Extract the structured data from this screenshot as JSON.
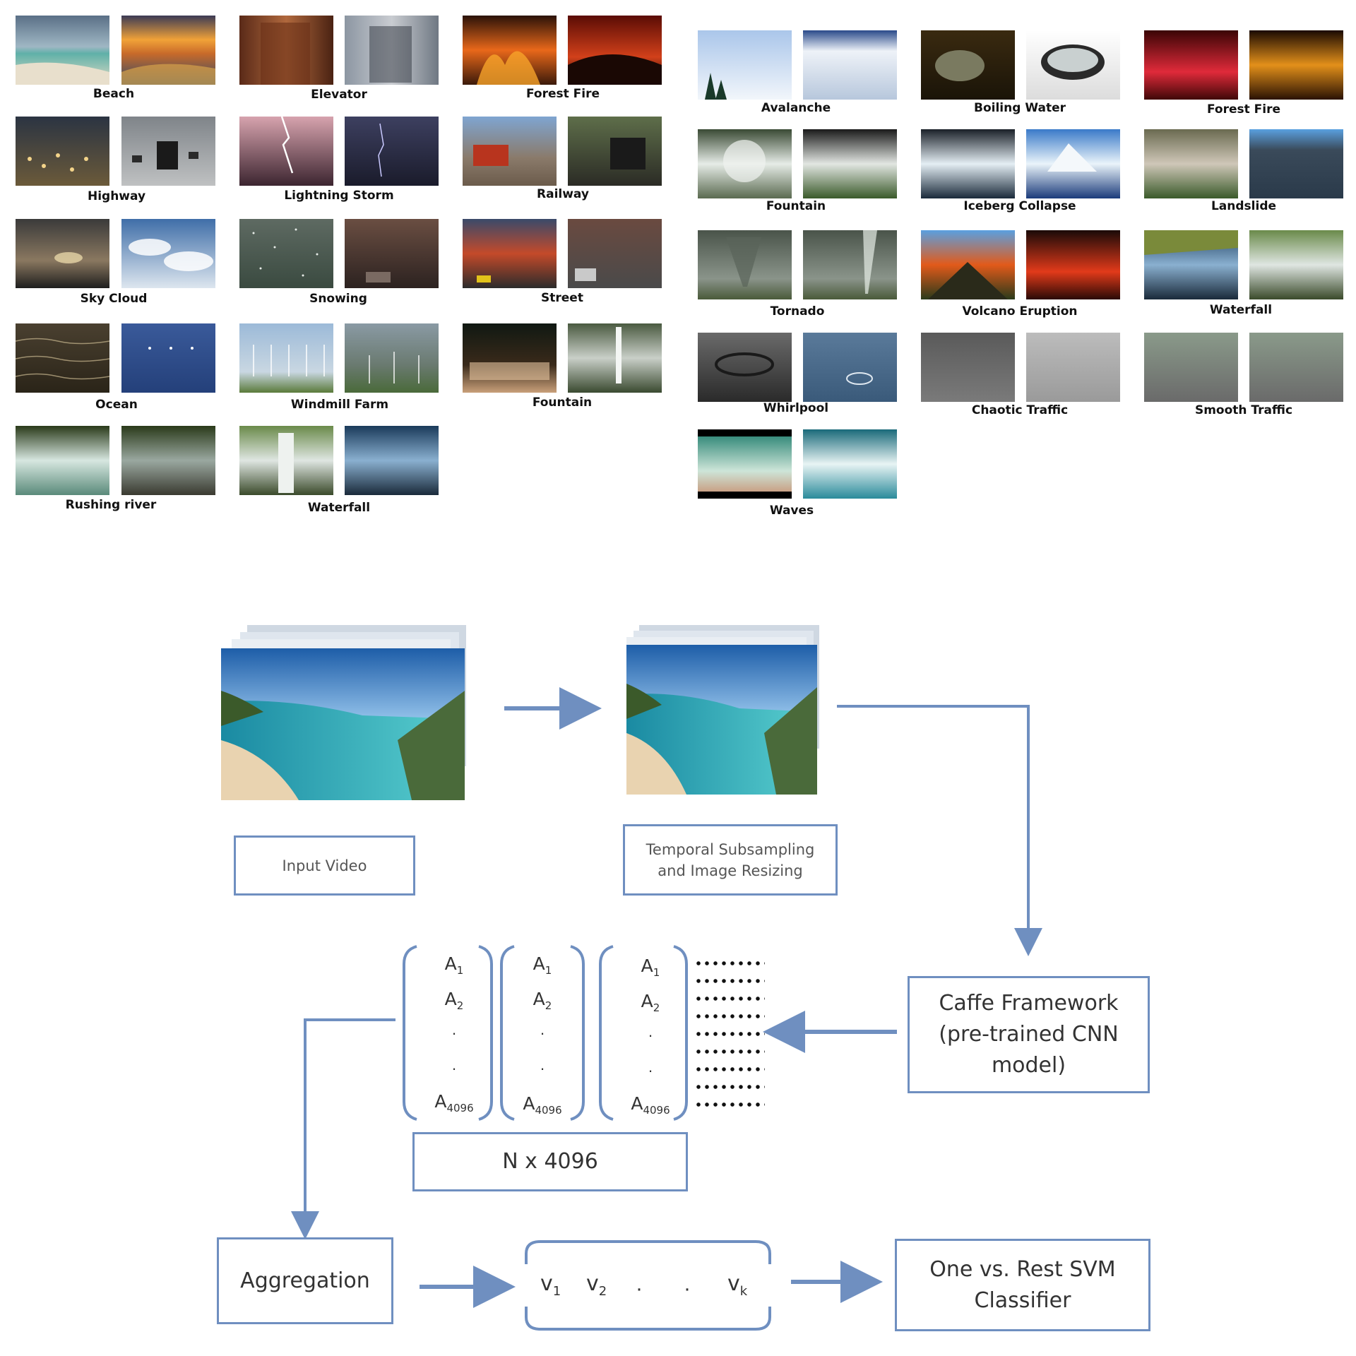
{
  "categories_left": [
    {
      "label": "Beach"
    },
    {
      "label": "Elevator"
    },
    {
      "label": "Forest Fire"
    },
    {
      "label": "Highway"
    },
    {
      "label": "Lightning Storm"
    },
    {
      "label": "Railway"
    },
    {
      "label": "Sky Cloud"
    },
    {
      "label": "Snowing"
    },
    {
      "label": "Street"
    },
    {
      "label": "Ocean"
    },
    {
      "label": "Windmill Farm"
    },
    {
      "label": "Fountain"
    },
    {
      "label": "Rushing river"
    },
    {
      "label": "Waterfall"
    }
  ],
  "categories_right": [
    {
      "label": "Avalanche"
    },
    {
      "label": "Boiling Water"
    },
    {
      "label": "Forest Fire"
    },
    {
      "label": "Fountain"
    },
    {
      "label": "Iceberg Collapse"
    },
    {
      "label": "Landslide"
    },
    {
      "label": "Tornado"
    },
    {
      "label": "Volcano Eruption"
    },
    {
      "label": "Waterfall"
    },
    {
      "label": "Whirlpool"
    },
    {
      "label": "Chaotic Traffic"
    },
    {
      "label": "Smooth Traffic"
    },
    {
      "label": "Waves"
    }
  ],
  "pipeline": {
    "input_video": "Input Video",
    "subsampling_line1": "Temporal  Subsampling",
    "subsampling_line2": "and  Image Resizing",
    "caffe_line1": "Caffe Framework",
    "caffe_line2": "(pre-trained CNN",
    "caffe_line3": "model)",
    "matrix_size": "N x 4096",
    "aggregation": "Aggregation",
    "svm_line1": "One vs. Rest SVM",
    "svm_line2": "Classifier",
    "vector_a_first": "A",
    "vector_a_first_sub": "1",
    "vector_a_second": "A",
    "vector_a_second_sub": "2",
    "vector_a_last": "A",
    "vector_a_last_sub": "4096",
    "v1": "v",
    "v1_sub": "1",
    "v2": "v",
    "v2_sub": "2",
    "vk": "v",
    "vk_sub": "k"
  },
  "colors": {
    "arrow": "#6f8fc0",
    "box_border": "#6f8fc0"
  }
}
